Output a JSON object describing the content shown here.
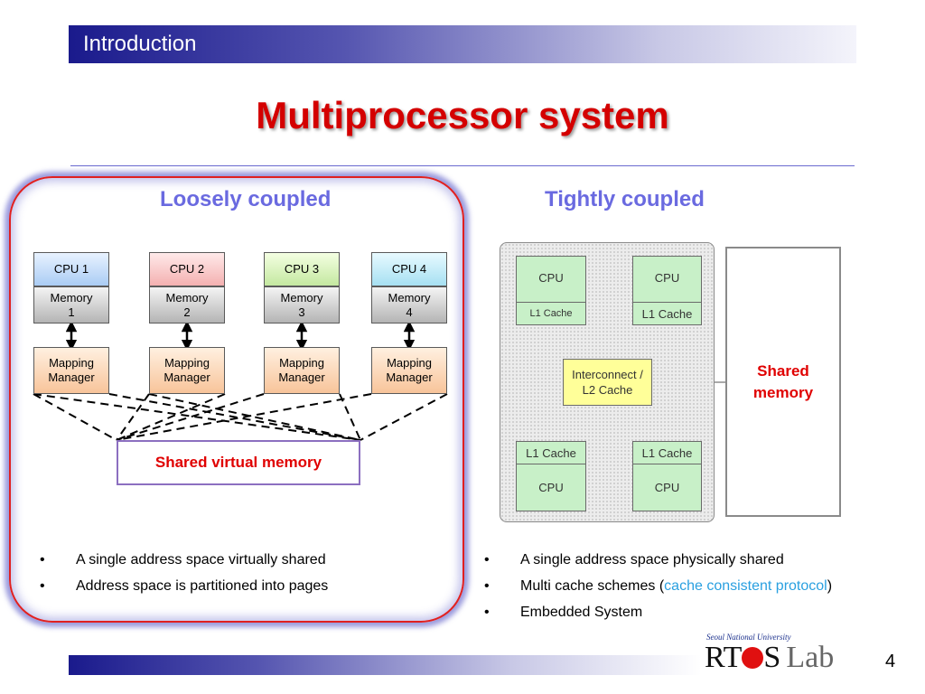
{
  "header": {
    "title": "Introduction"
  },
  "slide": {
    "title": "Multiprocessor system"
  },
  "loose": {
    "heading": "Loosely coupled",
    "nodes": [
      {
        "cpu": "CPU 1",
        "memory": "Memory\n1",
        "mapping": "Mapping\nManager"
      },
      {
        "cpu": "CPU 2",
        "memory": "Memory\n2",
        "mapping": "Mapping\nManager"
      },
      {
        "cpu": "CPU 3",
        "memory": "Memory\n3",
        "mapping": "Mapping\nManager"
      },
      {
        "cpu": "CPU 4",
        "memory": "Memory\n4",
        "mapping": "Mapping\nManager"
      }
    ],
    "shared_label": "Shared virtual memory",
    "bullets": [
      "A single address space virtually shared",
      "Address space is partitioned into pages"
    ]
  },
  "tight": {
    "heading": "Tightly coupled",
    "top_left": {
      "cpu": "CPU",
      "cache": "L1 Cache"
    },
    "top_right": {
      "cpu": "CPU",
      "cache": "L1 Cache"
    },
    "bottom_left": {
      "cache": "L1 Cache",
      "cpu": "CPU"
    },
    "bottom_right": {
      "cache": "L1 Cache",
      "cpu": "CPU"
    },
    "interconnect": "Interconnect /\nL2 Cache",
    "shared_memory": "Shared\nmemory",
    "bullets": {
      "b1": "A single address space physically shared",
      "b2_pre": "Multi cache schemes (",
      "b2_link": "cache consistent protocol",
      "b2_post": ")",
      "b3": "Embedded System"
    }
  },
  "footer": {
    "university": "Seoul National University",
    "logo_rt": "RT",
    "logo_s": "S",
    "logo_lab": "Lab",
    "page": "4"
  },
  "colors": {
    "title_red": "#d40000",
    "heading_purple": "#6a6ae0",
    "accent_blue": "#2aa0e0",
    "header_navy": "#1a1a8c"
  }
}
